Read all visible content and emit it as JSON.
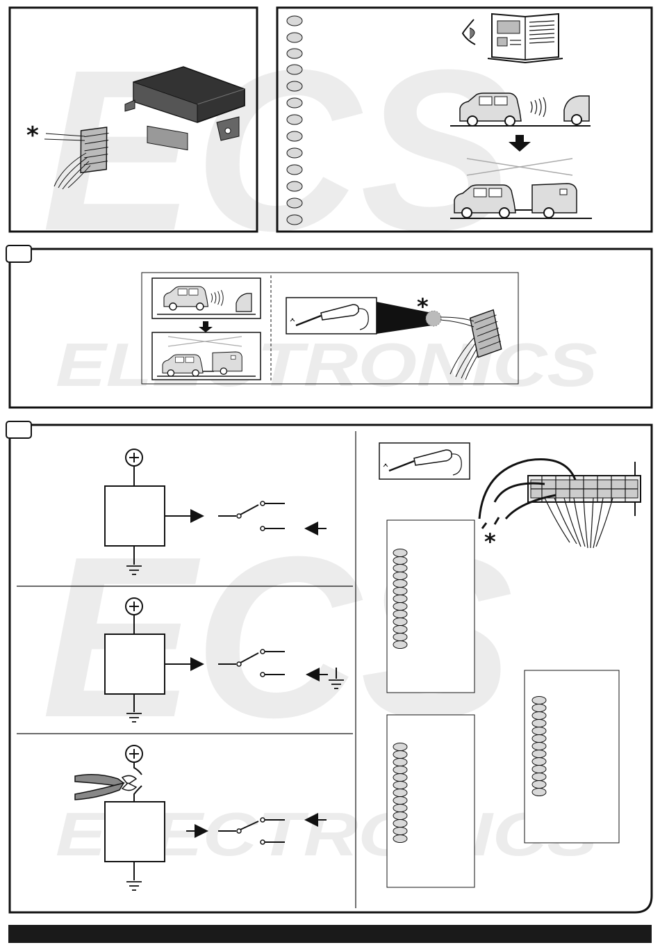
{
  "watermark": {
    "brand": "ECS",
    "word": "ELECTRONICS"
  },
  "markers": {
    "asterisk": "*",
    "plus": "+"
  },
  "panels": {
    "top_left": {
      "name": "module-with-connector"
    },
    "top_right": {
      "pin_ovals": 13,
      "icons": [
        "eye-icon",
        "manual-book-icon",
        "car-parking-sensor-icon",
        "down-arrow-icon",
        "car-with-caravan-icon"
      ]
    },
    "section_1": {
      "icons": [
        "car-parking-sensor-icon",
        "car-with-caravan-icon",
        "soldering-iron-icon",
        "connector-icon"
      ]
    },
    "section_2": {
      "circuits": 3,
      "pin_lists": [
        13,
        13,
        13
      ],
      "icons": [
        "soldering-iron-icon",
        "connector-icon",
        "pliers-icon",
        "ground-icon"
      ]
    }
  },
  "colors": {
    "ink": "#1a1a1a",
    "watermark": "#ececec",
    "oval_fill": "#d9d9d9",
    "footer": "#1a1a1a"
  }
}
